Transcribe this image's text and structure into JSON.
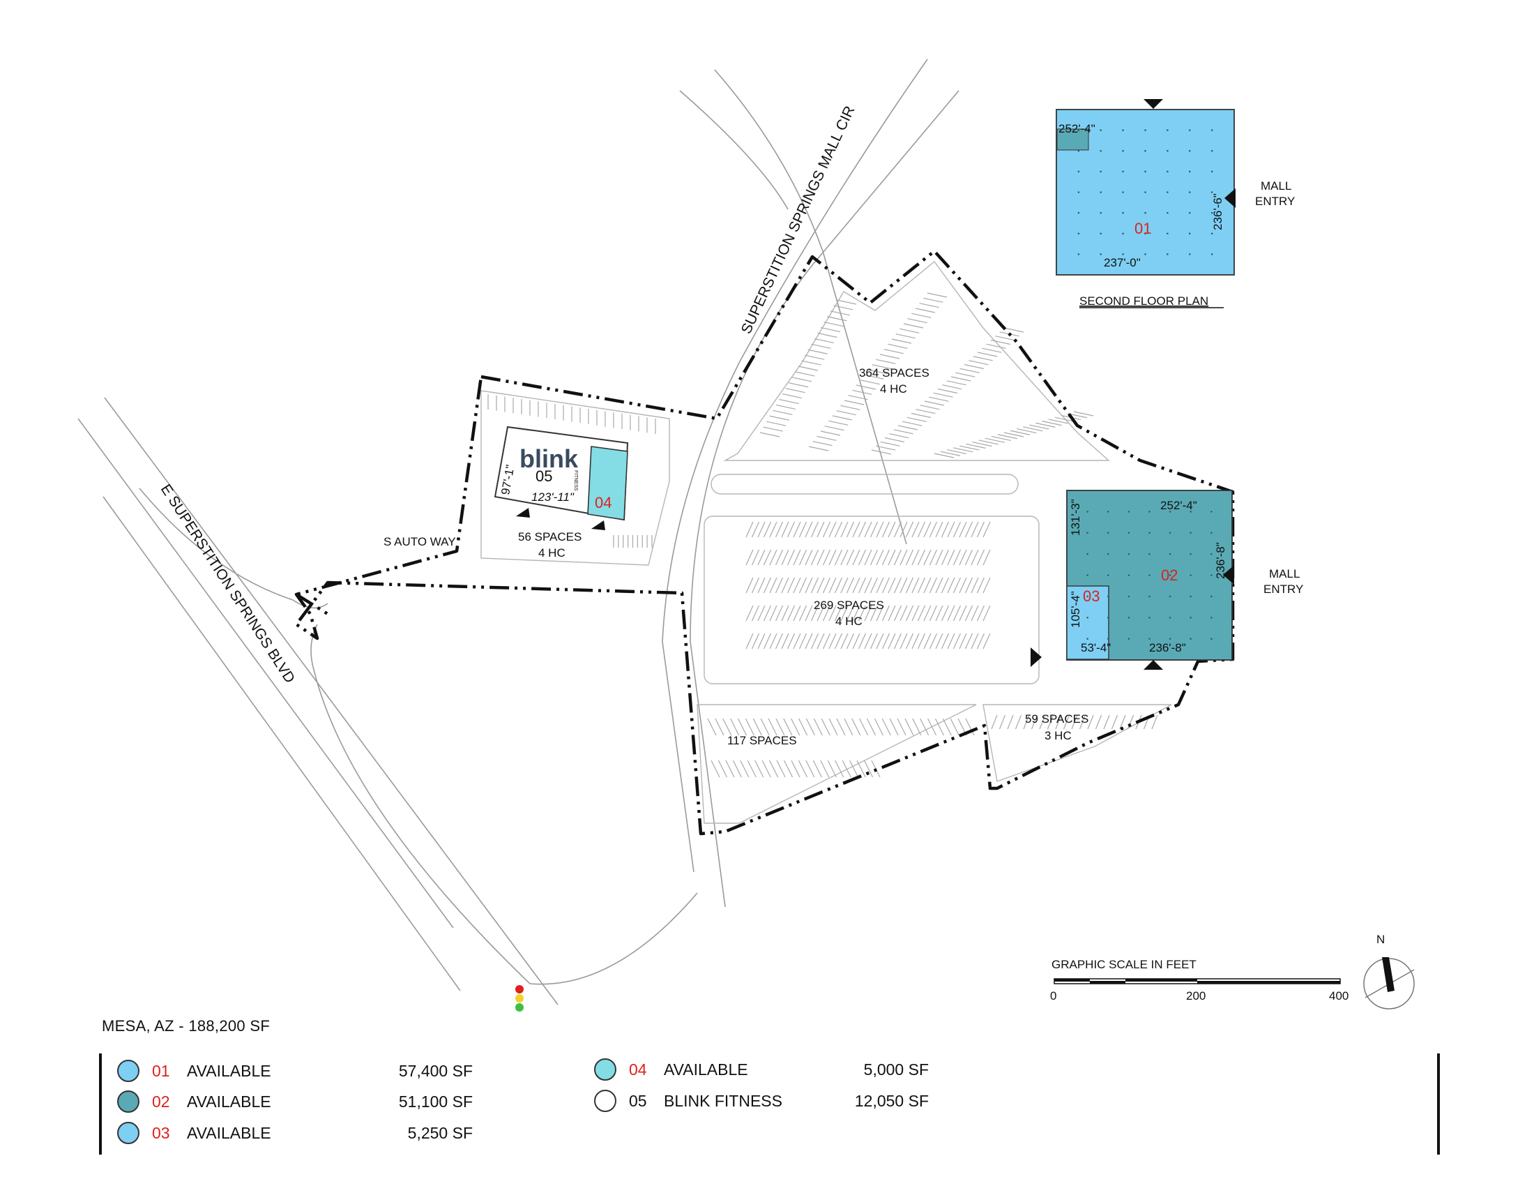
{
  "colors": {
    "available_light": "#7ecff3",
    "available_dark": "#5aaab5",
    "available_04": "#84dde5",
    "unit_number_red": "#e0201b",
    "boundary": "#111111",
    "road": "#9a9a9a"
  },
  "streets": {
    "boulevard": "E SUPERSTITION SPRINGS BLVD",
    "mall_circle": "SUPERSTITION SPRINGS MALL CIR",
    "auto_way": "S AUTO WAY"
  },
  "parking": {
    "north": {
      "spaces": "364 SPACES",
      "hc": "4 HC"
    },
    "center": {
      "spaces": "269 SPACES",
      "hc": "4 HC"
    },
    "southwest": {
      "spaces": "117 SPACES"
    },
    "southeast": {
      "spaces": "59 SPACES",
      "hc": "3 HC"
    },
    "pad": {
      "spaces": "56 SPACES",
      "hc": "4 HC"
    }
  },
  "buildings": {
    "pad": {
      "brand": "blink",
      "brand_sub": "FITNESS",
      "unit": "05",
      "dim_depth": "97'-1\"",
      "dim_width": "123'-11\"",
      "unit_04": "04"
    },
    "anchor": {
      "unit_02": "02",
      "unit_03": "03",
      "dim_top": "252'-4\"",
      "dim_side": "236'-8\"",
      "dim_bottom": "236'-8\"",
      "dim_131": "131'-3\"",
      "dim_105": "105'-4\"",
      "dim_53": "53'-4\"",
      "mall_entry_1": "MALL",
      "mall_entry_2": "ENTRY"
    },
    "second_floor": {
      "title": "SECOND FLOOR PLAN",
      "unit_01": "01",
      "dim_top": "252'-4\"",
      "dim_side": "236'-6\"",
      "dim_bottom": "237'-0\"",
      "mall_entry_1": "MALL",
      "mall_entry_2": "ENTRY"
    }
  },
  "scale": {
    "title": "GRAPHIC SCALE IN FEET",
    "ticks": [
      "0",
      "200",
      "400"
    ]
  },
  "north_label": "N",
  "legend": {
    "title": "MESA, AZ - 188,200 SF",
    "items": [
      {
        "num": "01",
        "status": "AVAILABLE",
        "sf": "57,400 SF",
        "color": "#7ecff3",
        "red": true
      },
      {
        "num": "02",
        "status": "AVAILABLE",
        "sf": "51,100 SF",
        "color": "#5aaab5",
        "red": true
      },
      {
        "num": "03",
        "status": "AVAILABLE",
        "sf": "5,250 SF",
        "color": "#7ecff3",
        "red": true
      },
      {
        "num": "04",
        "status": "AVAILABLE",
        "sf": "5,000 SF",
        "color": "#84dde5",
        "red": true
      },
      {
        "num": "05",
        "status": "BLINK FITNESS",
        "sf": "12,050 SF",
        "color": "#ffffff",
        "red": false
      }
    ]
  }
}
